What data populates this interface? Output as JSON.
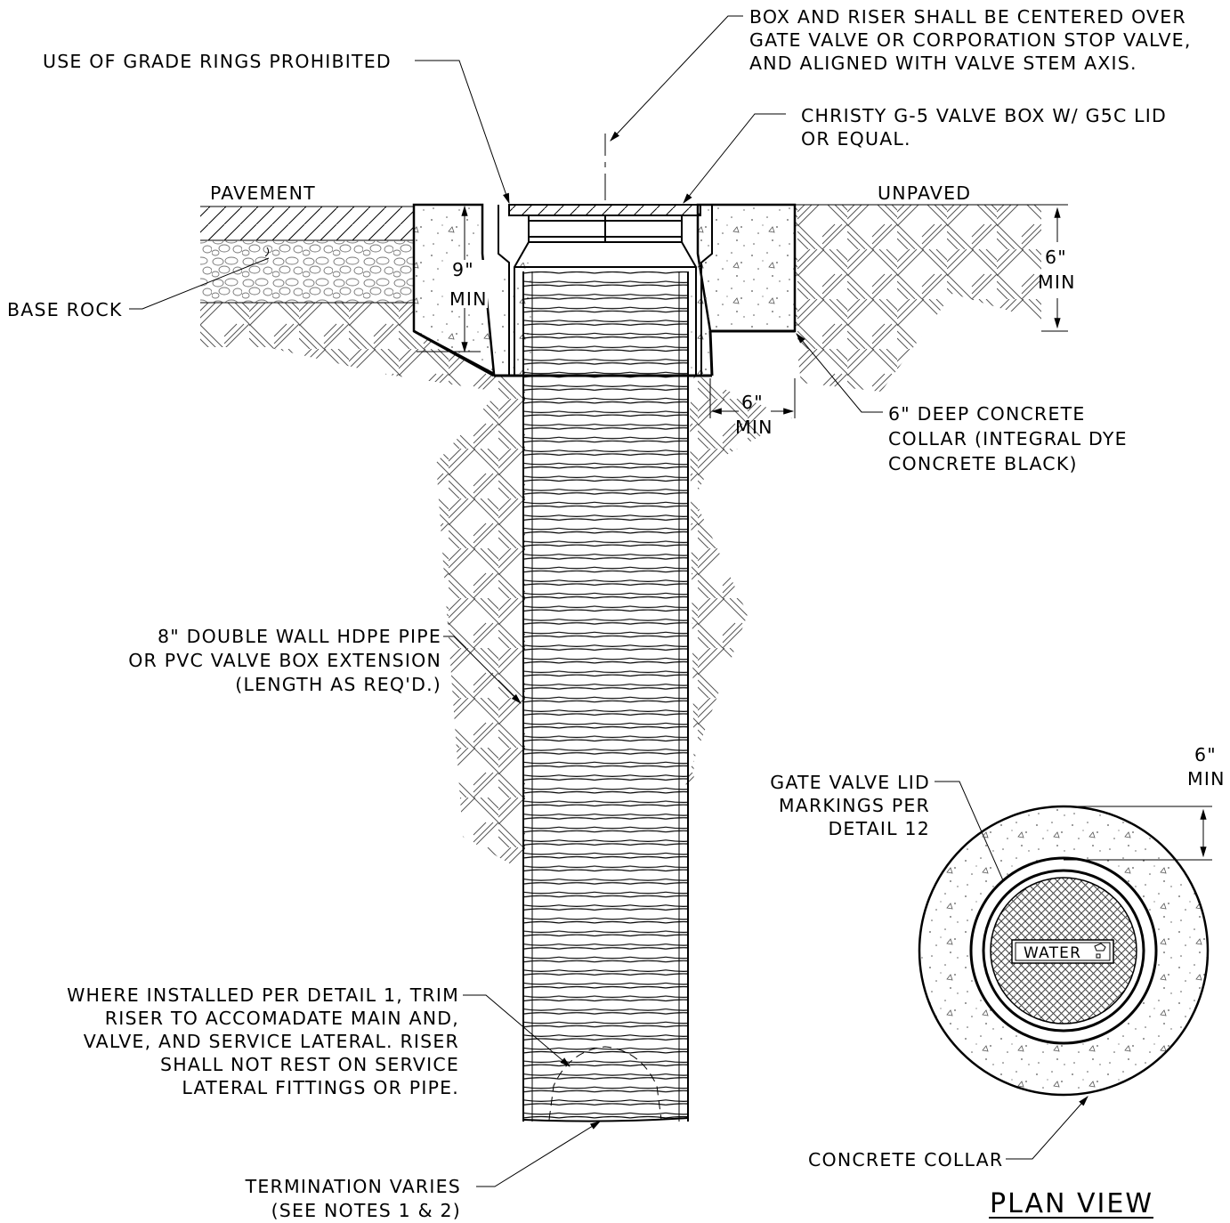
{
  "labels": {
    "box_riser_1": "BOX AND RISER SHALL BE CENTERED OVER",
    "box_riser_2": "GATE VALVE OR CORPORATION STOP VALVE,",
    "box_riser_3": "AND ALIGNED WITH VALVE STEM AXIS.",
    "grade_rings": "USE OF GRADE RINGS PROHIBITED",
    "christy_1": "CHRISTY G-5 VALVE BOX W/ G5C LID",
    "christy_2": "OR EQUAL.",
    "pavement": "PAVEMENT",
    "unpaved": "UNPAVED",
    "base_rock": "BASE ROCK",
    "dim_9_val": "9\"",
    "dim_9_min": "MIN",
    "dim_6_right_val": "6\"",
    "dim_6_right_min": "MIN",
    "dim_6_bottom_val": "6\"",
    "dim_6_bottom_min": "MIN",
    "collar_1": "6\" DEEP CONCRETE",
    "collar_2": "COLLAR (INTEGRAL DYE",
    "collar_3": "CONCRETE BLACK)",
    "pipe_1": "8\" DOUBLE WALL HDPE PIPE",
    "pipe_2": "OR PVC VALVE BOX EXTENSION",
    "pipe_3": "(LENGTH AS REQ'D.)",
    "where_1": "WHERE INSTALLED PER DETAIL 1, TRIM",
    "where_2": "RISER TO ACCOMADATE MAIN AND,",
    "where_3": "VALVE, AND SERVICE LATERAL. RISER",
    "where_4": "SHALL NOT REST ON SERVICE",
    "where_5": "LATERAL FITTINGS OR PIPE.",
    "term_1": "TERMINATION VARIES",
    "term_2": "(SEE NOTES 1 & 2)",
    "gate_1": "GATE VALVE LID",
    "gate_2": "MARKINGS PER",
    "gate_3": "DETAIL 12",
    "plan_6_val": "6\"",
    "plan_6_min": "MIN",
    "water": "WATER",
    "concrete_collar": "CONCRETE COLLAR",
    "plan_view": "PLAN VIEW"
  }
}
